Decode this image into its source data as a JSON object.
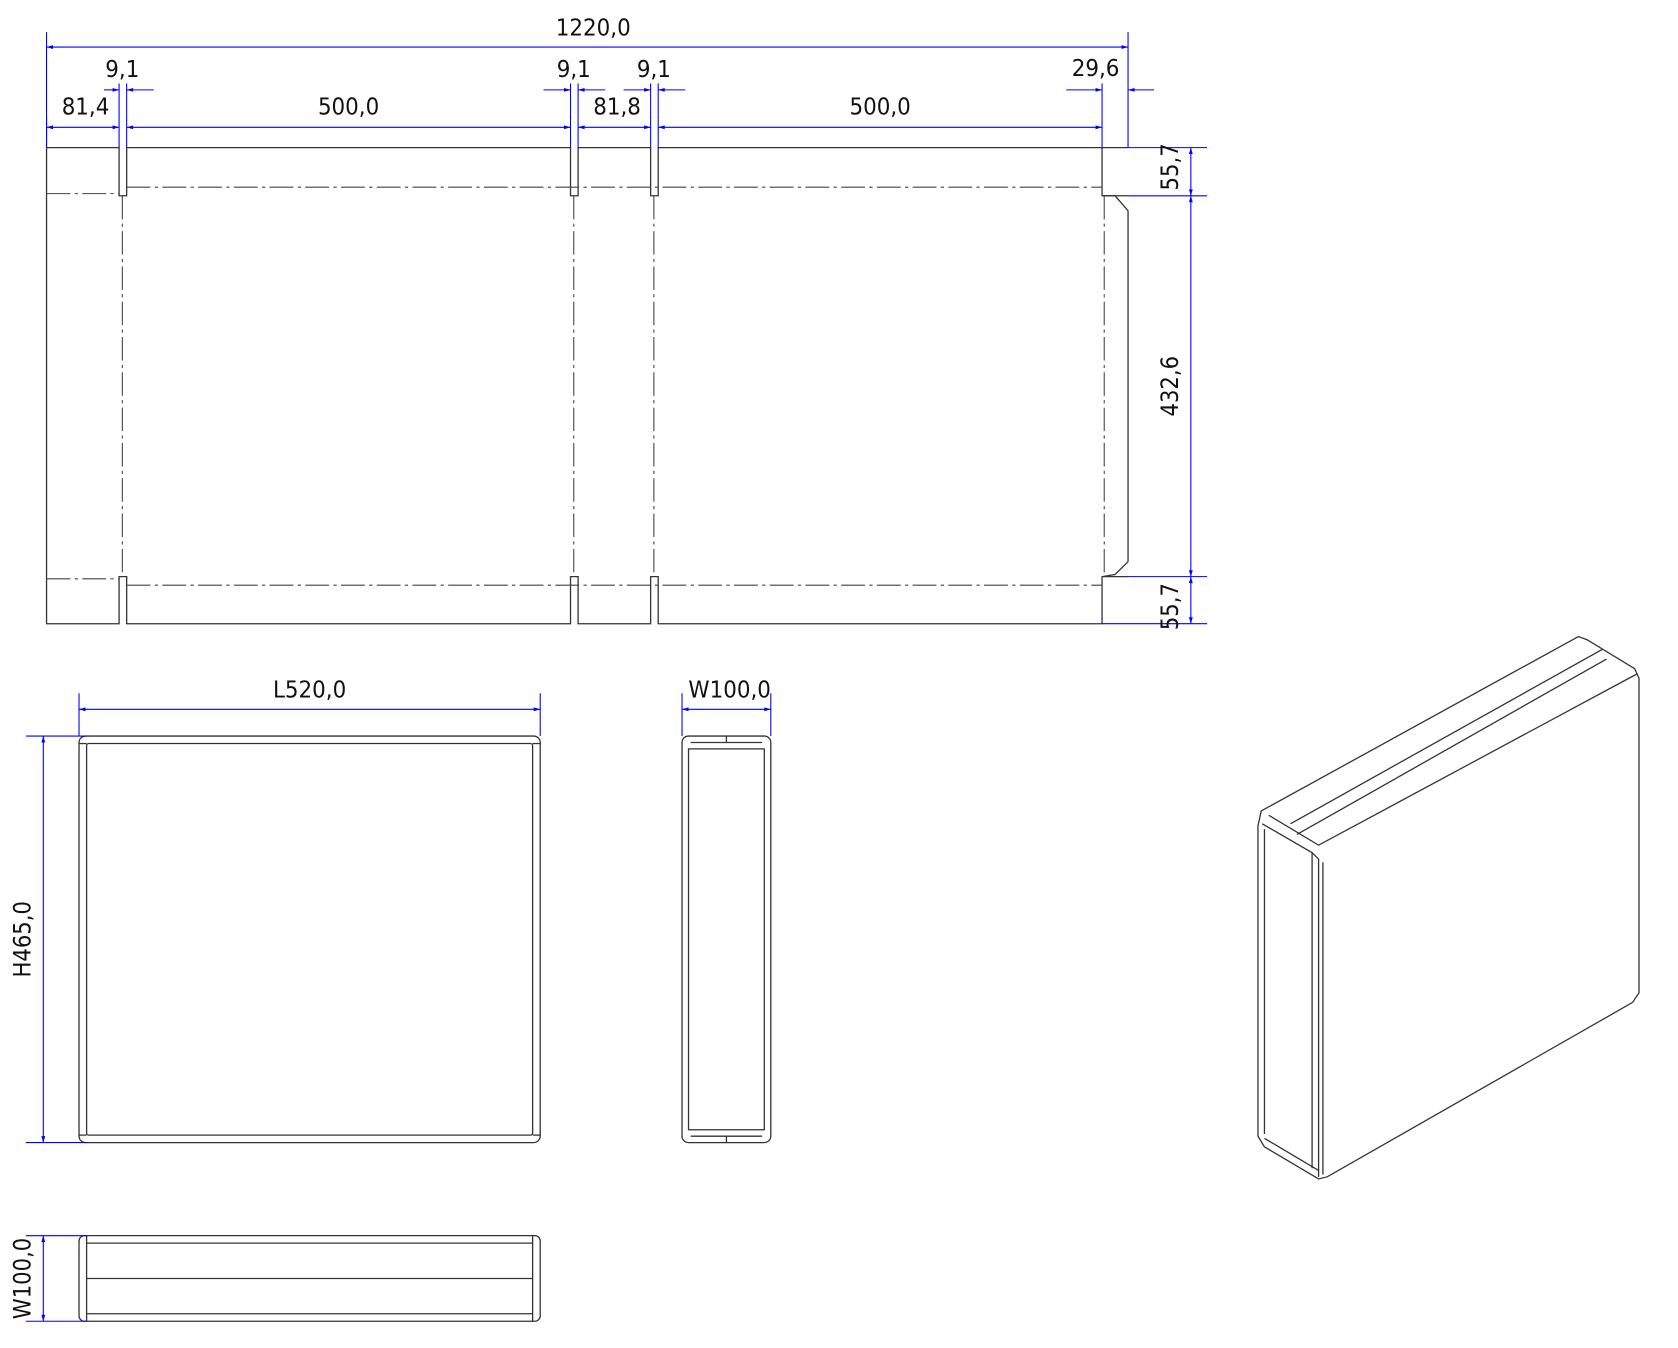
{
  "flat_pattern": {
    "overall_width": "1220,0",
    "slot_left": "9,1",
    "slot_mid1": "9,1",
    "slot_mid2": "9,1",
    "tab_right": "29,6",
    "flap_left": "81,4",
    "panel_1": "500,0",
    "flap_mid": "81,8",
    "panel_2": "500,0",
    "height_top": "55,7",
    "height_mid": "432,6",
    "height_bottom": "55,7"
  },
  "front_view": {
    "length": "L520,0",
    "height": "H465,0"
  },
  "side_view": {
    "width": "W100,0"
  },
  "top_view": {
    "width": "W100,0"
  },
  "colors": {
    "dimension": "#0000ff",
    "outline": "#333333"
  }
}
